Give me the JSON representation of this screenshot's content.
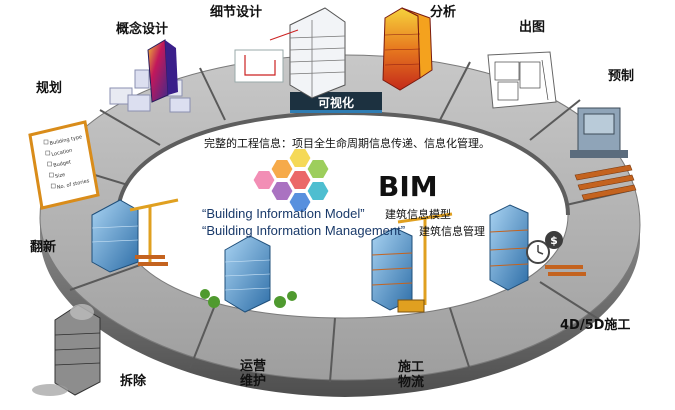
{
  "center": {
    "description": "完整的工程信息：项目全生命周期信息传递、信息化管理。",
    "bim": "BIM",
    "line1_en": "“Building Information Model”",
    "line1_cn": "建筑信息模型",
    "line2_en": "“Building Information Management”",
    "line2_cn": "建筑信息管理"
  },
  "visualization_label": "可视化",
  "stages": {
    "concept": "概念设计",
    "detail": "细节设计",
    "analysis": "分析",
    "drawing": "出图",
    "planning": "规划",
    "prefab": "预制",
    "renovation": "翻新",
    "construction_4d5d": "4D/5D施工",
    "demolition": "拆除",
    "operation_line1": "运营",
    "operation_line2": "维护",
    "logistics_line1": "施工",
    "logistics_line2": "物流"
  },
  "checklist_lines": [
    "Building type",
    "Location",
    "Budget",
    "Size",
    "No. of stories"
  ],
  "colors": {
    "ring_top": "#b9b9b9",
    "ring_edge": "#6d6d6d",
    "ring_band": "#7a7a7a",
    "tab_dark": "#1c3140",
    "tab_accent": "#2f7db3",
    "glass_blue": "#5a9fd4",
    "crane_yellow": "#e0a020",
    "logo_colors": [
      "#e84e4e",
      "#f59b2a",
      "#f3d23a",
      "#8cc63f",
      "#2fb3c8",
      "#3b7dd8",
      "#9b59b6",
      "#f07aa8"
    ]
  }
}
